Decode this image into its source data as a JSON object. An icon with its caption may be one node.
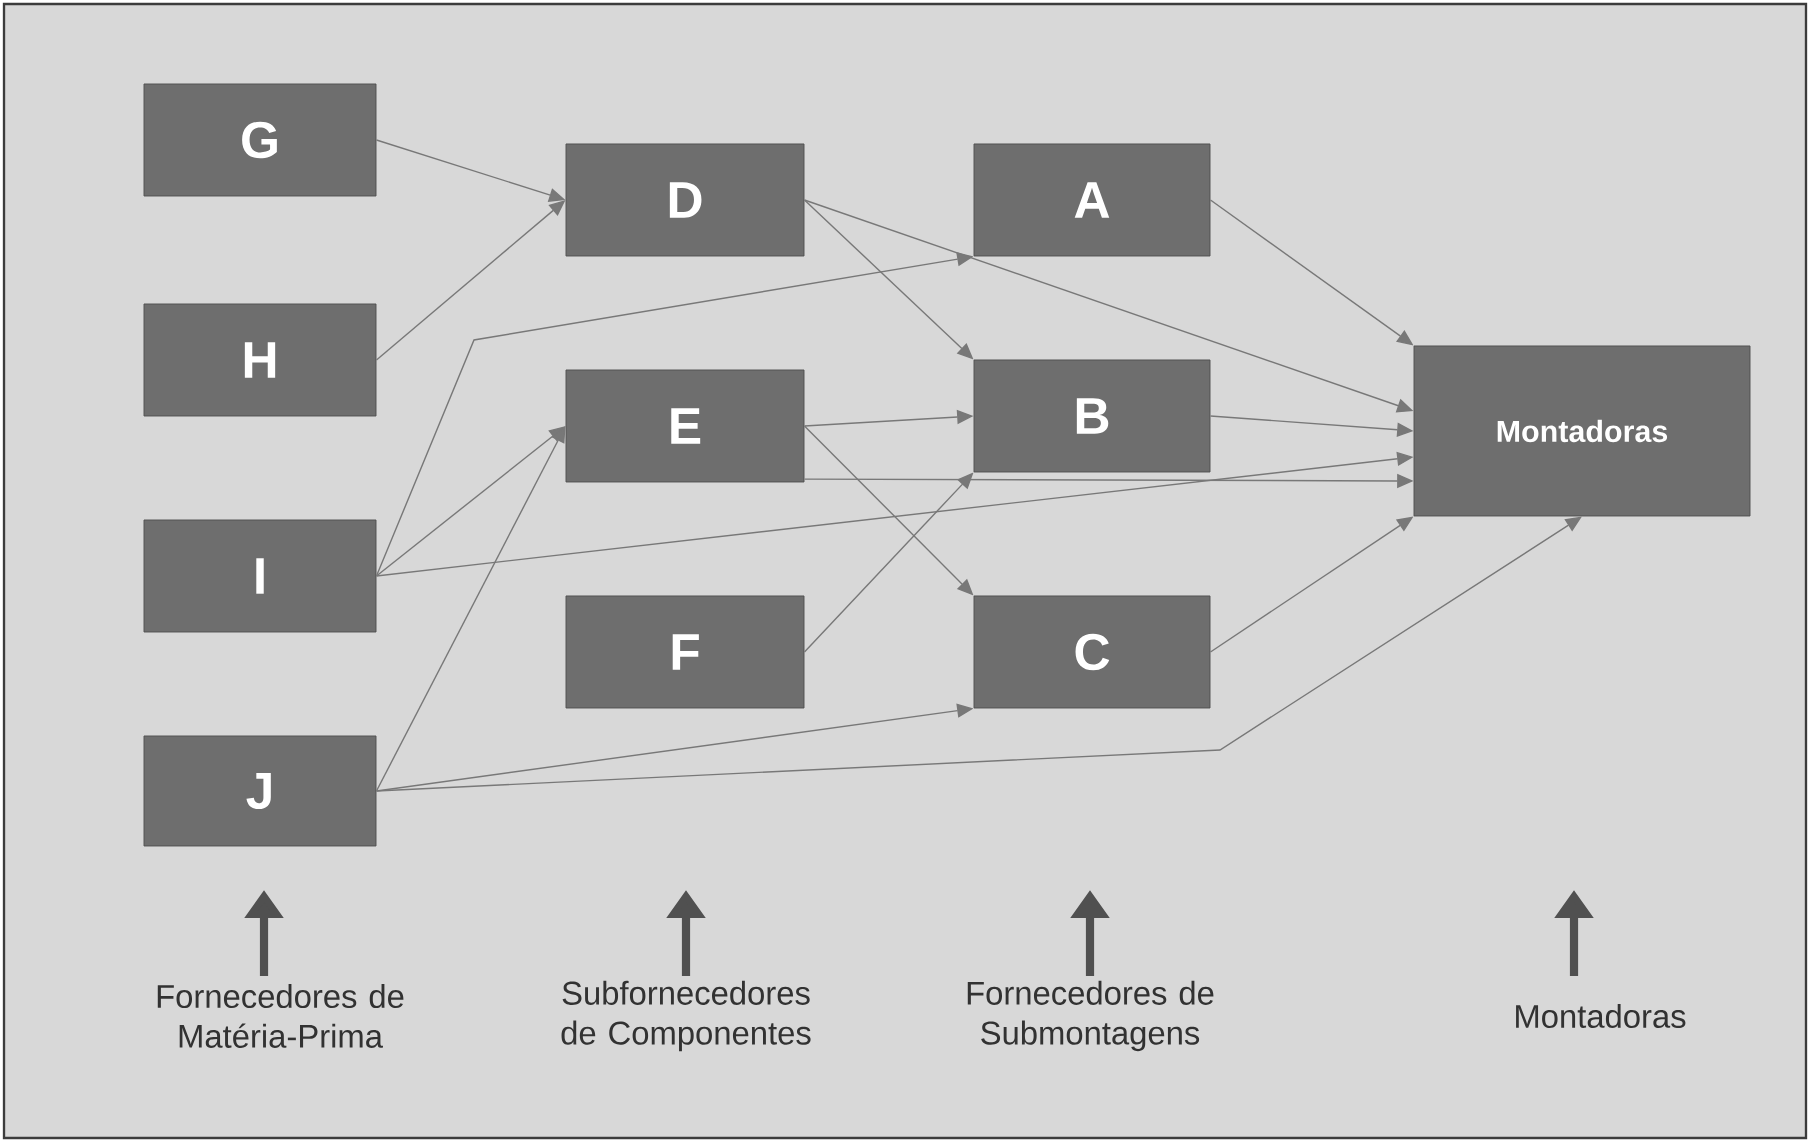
{
  "diagram": {
    "nodes": [
      {
        "text": [
          "G"
        ]
      },
      {
        "text": [
          "H"
        ]
      },
      {
        "text": [
          "I"
        ]
      },
      {
        "text": [
          "J"
        ]
      },
      {
        "text": [
          "D"
        ]
      },
      {
        "text": [
          "E"
        ]
      },
      {
        "text": [
          "F"
        ]
      },
      {
        "text": [
          "A"
        ]
      },
      {
        "text": [
          "B"
        ]
      },
      {
        "text": [
          "C"
        ]
      },
      {
        "text": [
          "Montadoras"
        ]
      }
    ],
    "edges": [
      {
        "from": 0,
        "to": 4,
        "arrow": "to"
      },
      {
        "from": 1,
        "to": 4,
        "arrow": "to"
      },
      {
        "from": 2,
        "to": 7,
        "arrow": "to"
      },
      {
        "from": 2,
        "to": 5,
        "arrow": "to"
      },
      {
        "from": 2,
        "to": 10,
        "arrow": "to"
      },
      {
        "from": 3,
        "to": 5,
        "arrow": "to"
      },
      {
        "from": 3,
        "to": 9,
        "arrow": "to"
      },
      {
        "from": 3,
        "to": 10,
        "arrow": "to"
      },
      {
        "from": 4,
        "to": 8,
        "arrow": "to"
      },
      {
        "from": 4,
        "to": 10,
        "arrow": "to"
      },
      {
        "from": 5,
        "to": 8,
        "arrow": "to"
      },
      {
        "from": 5,
        "to": 9,
        "arrow": "to"
      },
      {
        "from": 5,
        "to": 10,
        "arrow": "to"
      },
      {
        "from": 6,
        "to": 8,
        "arrow": "to"
      },
      {
        "from": 7,
        "to": 10,
        "arrow": "to"
      },
      {
        "from": 8,
        "to": 10,
        "arrow": "to"
      },
      {
        "from": 9,
        "to": 10,
        "arrow": "to"
      }
    ],
    "labels": [
      "Fornecedores de Matéria-Prima",
      "Subfornecedores de Componentes",
      "Fornecedores de Submontagens",
      "Montadoras"
    ]
  }
}
